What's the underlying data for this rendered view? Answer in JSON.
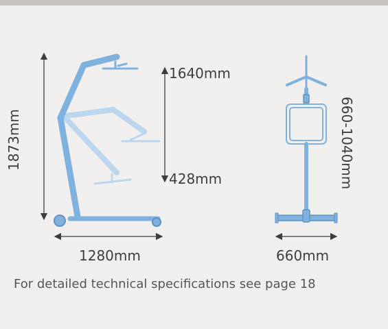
{
  "dimensions": {
    "total_height": "1873mm",
    "max_lift": "1640mm",
    "min_lift": "428mm",
    "base_length": "1280mm",
    "base_width": "660mm",
    "leg_spread": "660-1040mm"
  },
  "footnote": "For detailed technical specifications see page 18",
  "colors": {
    "frame": "#7fb2df",
    "frame_light": "#bcd6ee",
    "line": "#3d3d3d",
    "background": "#f2f0ef"
  }
}
